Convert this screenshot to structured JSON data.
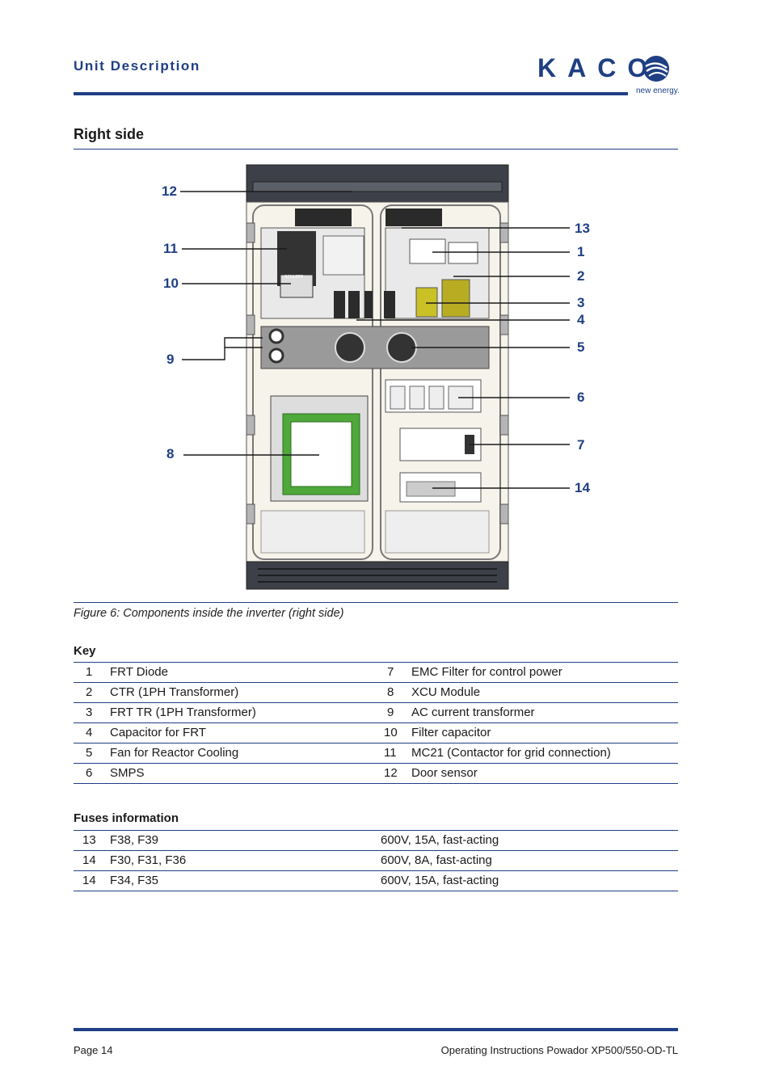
{
  "header": {
    "section_title": "Unit Description",
    "logo_text": "KACO",
    "logo_tagline": "new energy.",
    "logo_icon": "swirl-logo-icon"
  },
  "heading": "Right side",
  "figure": {
    "caption": "Figure 6:  Components inside the inverter (right side)",
    "callouts_left": [
      "12",
      "11",
      "10",
      "9",
      "8"
    ],
    "callouts_right": [
      "13",
      "1",
      "2",
      "3",
      "4",
      "5",
      "6",
      "7",
      "14"
    ],
    "tiny_label": "SCHLEPP"
  },
  "key": {
    "title": "Key",
    "rows": [
      {
        "n1": "1",
        "t1": "FRT Diode",
        "n2": "7",
        "t2": "EMC Filter for control power"
      },
      {
        "n1": "2",
        "t1": "CTR (1PH Transformer)",
        "n2": "8",
        "t2": "XCU Module"
      },
      {
        "n1": "3",
        "t1": "FRT TR (1PH Transformer)",
        "n2": "9",
        "t2": "AC current transformer"
      },
      {
        "n1": "4",
        "t1": "Capacitor for FRT",
        "n2": "10",
        "t2": "Filter capacitor"
      },
      {
        "n1": "5",
        "t1": "Fan for Reactor Cooling",
        "n2": "11",
        "t2": "MC21 (Contactor for grid connection)"
      },
      {
        "n1": "6",
        "t1": "SMPS",
        "n2": "12",
        "t2": "Door sensor"
      }
    ]
  },
  "fuses": {
    "title": "Fuses information",
    "rows": [
      {
        "n": "13",
        "fuses": "F38, F39",
        "rating": "600V, 15A, fast-acting"
      },
      {
        "n": "14",
        "fuses": "F30, F31, F36",
        "rating": "600V, 8A, fast-acting"
      },
      {
        "n": "14",
        "fuses": "F34, F35",
        "rating": "600V, 15A, fast-acting"
      }
    ]
  },
  "footer": {
    "page": "Page 14",
    "doc_title": "Operating Instructions Powador XP500/550-OD-TL"
  },
  "colors": {
    "accent": "#1f3f84",
    "cabinet": "#f6f3ea",
    "dark": "#3d4048",
    "pcb": "#4ea83a",
    "transformer": "#c9c125"
  }
}
